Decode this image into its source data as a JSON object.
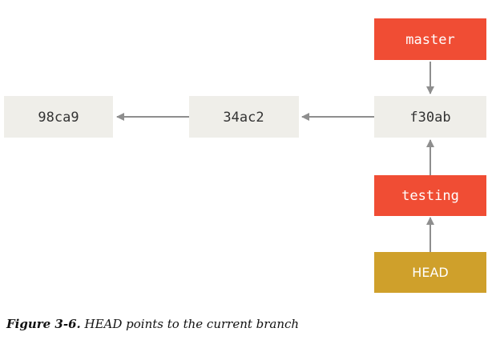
{
  "diagram": {
    "commits": [
      {
        "id": "98ca9"
      },
      {
        "id": "34ac2"
      },
      {
        "id": "f30ab"
      }
    ],
    "branches": {
      "master": {
        "label": "master"
      },
      "testing": {
        "label": "testing"
      }
    },
    "head": {
      "label": "HEAD"
    },
    "colors": {
      "commit_fill": "#efeee9",
      "commit_text": "#333333",
      "branch_fill": "#f04d34",
      "branch_text": "#ffffff",
      "head_fill": "#cfa02b",
      "head_text": "#ffffff",
      "arrow": "#8e8e8e"
    }
  },
  "caption": {
    "label": "Figure 3-6.",
    "text": "HEAD points to the current branch"
  }
}
